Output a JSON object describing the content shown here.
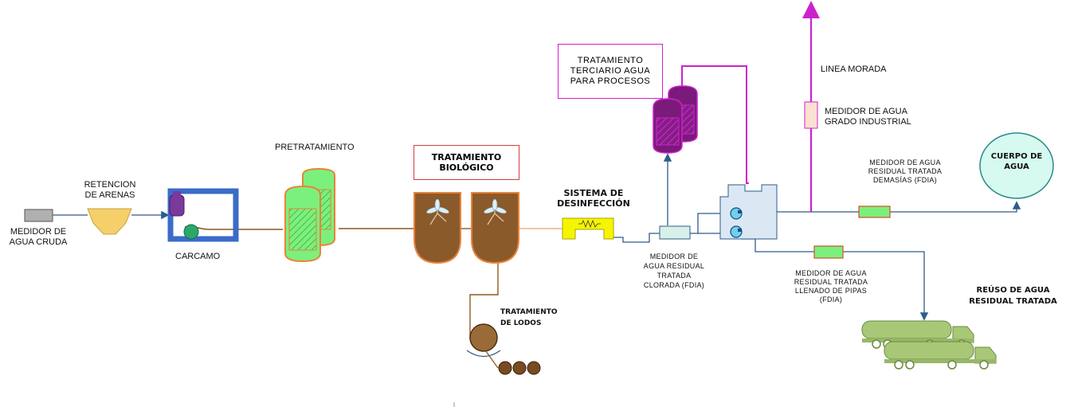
{
  "labels": {
    "medidor_agua_cruda": "MEDIDOR DE\nAGUA CRUDA",
    "retencion_arenas": "RETENCION\nDE ARENAS",
    "carcamo": "CARCAMO",
    "pretratamiento": "PRETRATAMIENTO",
    "tratamiento_biologico": "TRATAMIENTO\nBIOLÓGICO",
    "sistema_desinfeccion": "SISTEMA DE\nDESINFECCIÓN",
    "tratamiento_lodos": "TRATAMIENTO\nDE LODOS",
    "tratamiento_terciario": "TRATAMIENTO\nTERCIARIO AGUA\nPARA PROCESOS",
    "linea_morada": "LINEA MORADA",
    "medidor_grado_industrial": "MEDIDOR DE AGUA\nGRADO INDUSTRIAL",
    "medidor_clorada": "MEDIDOR DE\nAGUA RESIDUAL\nTRATADA\nCLORADA (FDIA)",
    "medidor_demasias": "MEDIDOR DE AGUA\nRESIDUAL TRATADA\nDEMASÍAS (FDIA)",
    "cuerpo_agua": "CUERPO DE\nAGUA",
    "medidor_pipas": "MEDIDOR DE AGUA\nRESIDUAL TRATADA\nLLENADO DE PIPAS\n(FDIA)",
    "reuso": "REÚSO DE AGUA\nRESIDUAL TRATADA"
  },
  "colors": {
    "blue_line": "#2e5c8a",
    "brown_line": "#8b5a1e",
    "purple_line": "#cc22cc",
    "green_fill": "#7cf07c",
    "orange_stroke": "#e8833a",
    "brown_tank": "#8b5a2b",
    "purple_tank": "#7a1a7a",
    "truck_green": "#a8c878",
    "lens_yellow": "#f0d860",
    "disinfection_yellow": "#f5f500"
  }
}
